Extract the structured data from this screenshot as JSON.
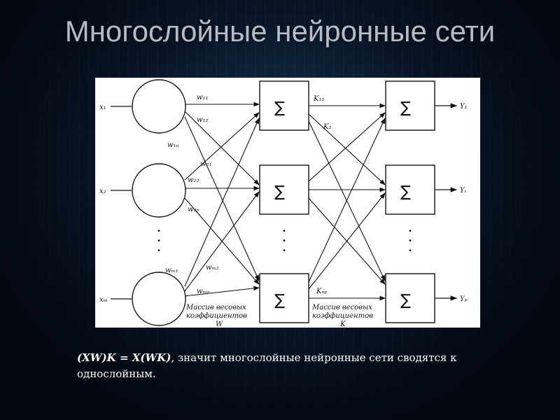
{
  "slide": {
    "title": "Многослойные нейронные сети",
    "caption_formula": "(XW)K = X(WK)",
    "caption_text": ", значит многослойные нейронные сети сводятся к однослойным."
  },
  "diagram": {
    "inputs": [
      "x₁",
      "x₂",
      "xₘ"
    ],
    "outputs": [
      "Y₁",
      "Yᵢ",
      "Yₚ"
    ],
    "weights_w": [
      "w₁₁",
      "w₁₂",
      "w₁ₙ",
      "w₂₁",
      "w₂₂",
      "w₂ₙ",
      "wₘ₁",
      "wₘ₂",
      "wₘₙ"
    ],
    "weights_k": [
      "K₁₁",
      "K₂",
      "Kₙₚ"
    ],
    "sum_symbol": "∑",
    "ellipsis": "•",
    "w_caption": [
      "Массив весовых",
      "коэффициентов",
      "W"
    ],
    "k_caption": [
      "Массив весовых",
      "коэффициентов",
      "K"
    ]
  }
}
